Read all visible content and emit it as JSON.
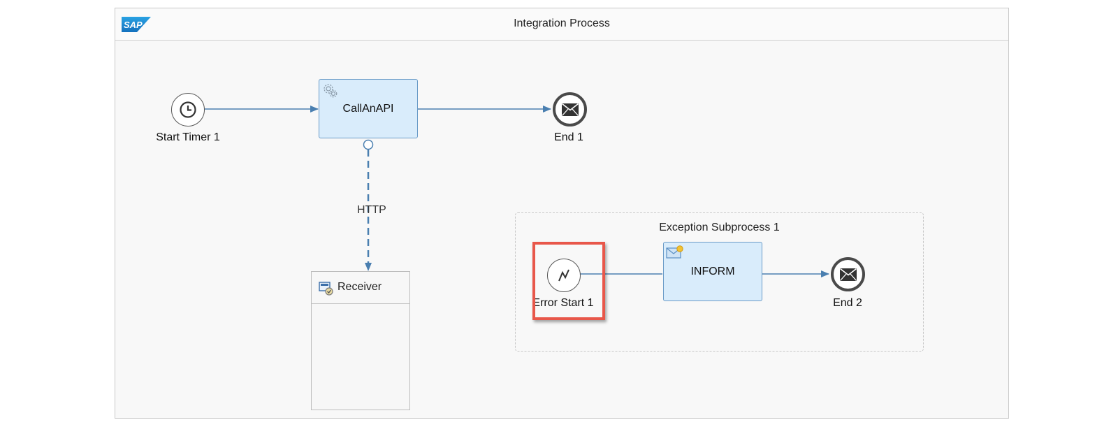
{
  "pool": {
    "title": "Integration Process",
    "logo_text": "SAP"
  },
  "nodes": {
    "start_timer": {
      "label": "Start Timer 1",
      "icon": "clock-icon"
    },
    "call_api": {
      "label": "CallAnAPI",
      "icon": "gear-icon"
    },
    "end1": {
      "label": "End 1",
      "icon": "envelope-icon"
    },
    "receiver": {
      "label": "Receiver",
      "icon": "receiver-icon"
    },
    "error_start": {
      "label": "Error Start 1",
      "icon": "error-icon"
    },
    "inform": {
      "label": "INFORM",
      "icon": "mail-script-icon"
    },
    "end2": {
      "label": "End 2",
      "icon": "envelope-icon"
    }
  },
  "subprocess": {
    "title": "Exception Subprocess 1"
  },
  "connections": {
    "http_label": "HTTP"
  },
  "colors": {
    "task_fill": "#d9ecfb",
    "task_border": "#6a9bc7",
    "wire": "#4a7fb0",
    "highlight": "#e8574a"
  }
}
